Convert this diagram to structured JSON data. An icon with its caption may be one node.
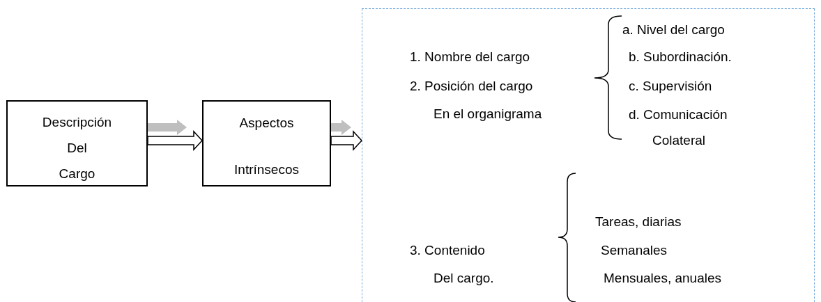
{
  "diagram": {
    "nodes": [
      {
        "text": [
          "Descripción Del Cargo"
        ]
      },
      {
        "text": [
          "Aspectos Intrínsecos"
        ]
      },
      {
        "text": [
          "1. Nombre del cargo",
          "2. Posición del cargo En el organigrama",
          "a. Nivel del cargo",
          "b. Subordinación.",
          "c. Supervisión",
          "d. Comunicación Colateral",
          "3. Contenido Del cargo.",
          "Tareas, diarias",
          "Semanales",
          "Mensuales, anuales"
        ]
      }
    ],
    "edges": [
      {
        "from": 0,
        "to": 1,
        "arrow": "to",
        "style": "thick",
        "color": "#bfbfbf"
      },
      {
        "from": 0,
        "to": 1,
        "arrow": "to"
      },
      {
        "from": 1,
        "to": 2,
        "arrow": "to",
        "style": "thick",
        "color": "#bfbfbf"
      },
      {
        "from": 1,
        "to": 2,
        "arrow": "to"
      }
    ]
  }
}
